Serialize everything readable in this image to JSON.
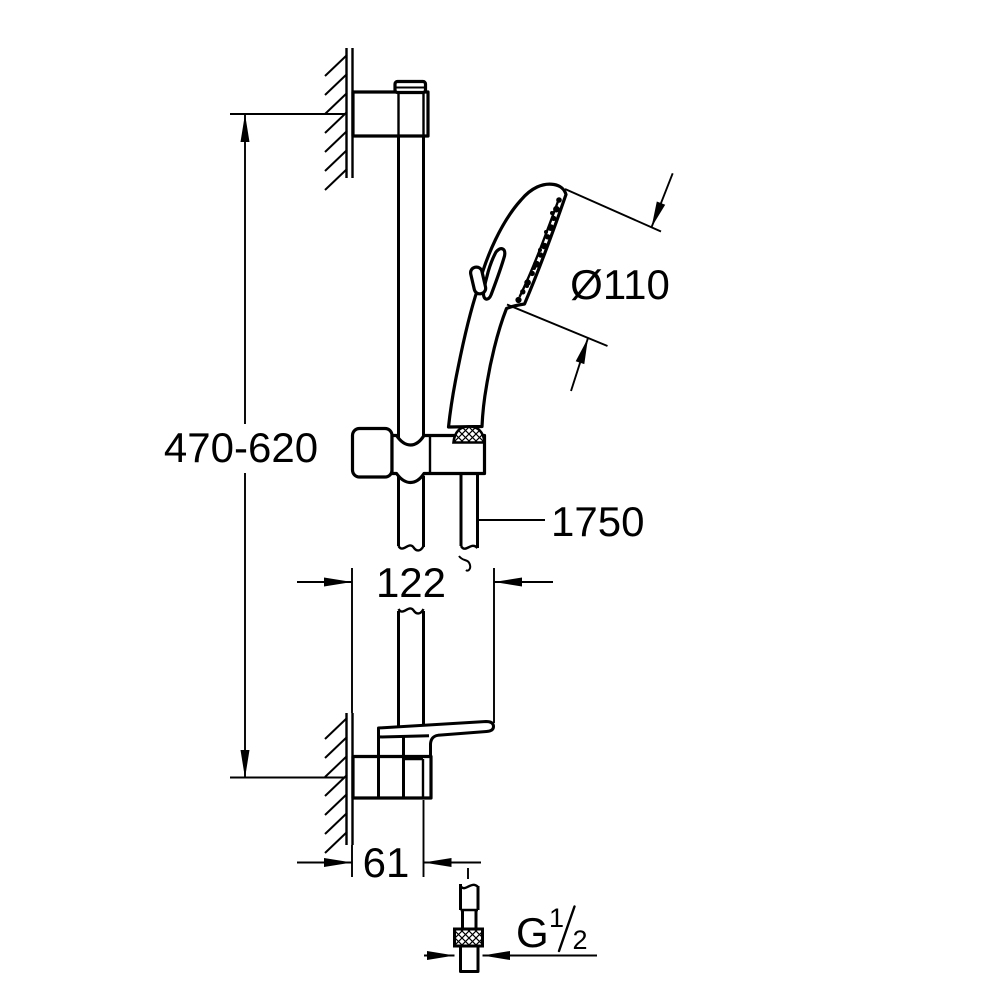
{
  "page": {
    "background": "#ffffff",
    "line_color": "#000000"
  },
  "drawing": {
    "type": "technical-dimension-drawing",
    "subject": "wall-mounted shower slide rail set with hand shower, hose and thread fitting",
    "dimensions": {
      "height_range": "470-620",
      "head_diameter": "Ø110",
      "hose_length": "1750",
      "wall_offset": "122",
      "lower_offset": "61",
      "thread_g": "G",
      "thread_num": "1",
      "thread_den": "2"
    }
  }
}
